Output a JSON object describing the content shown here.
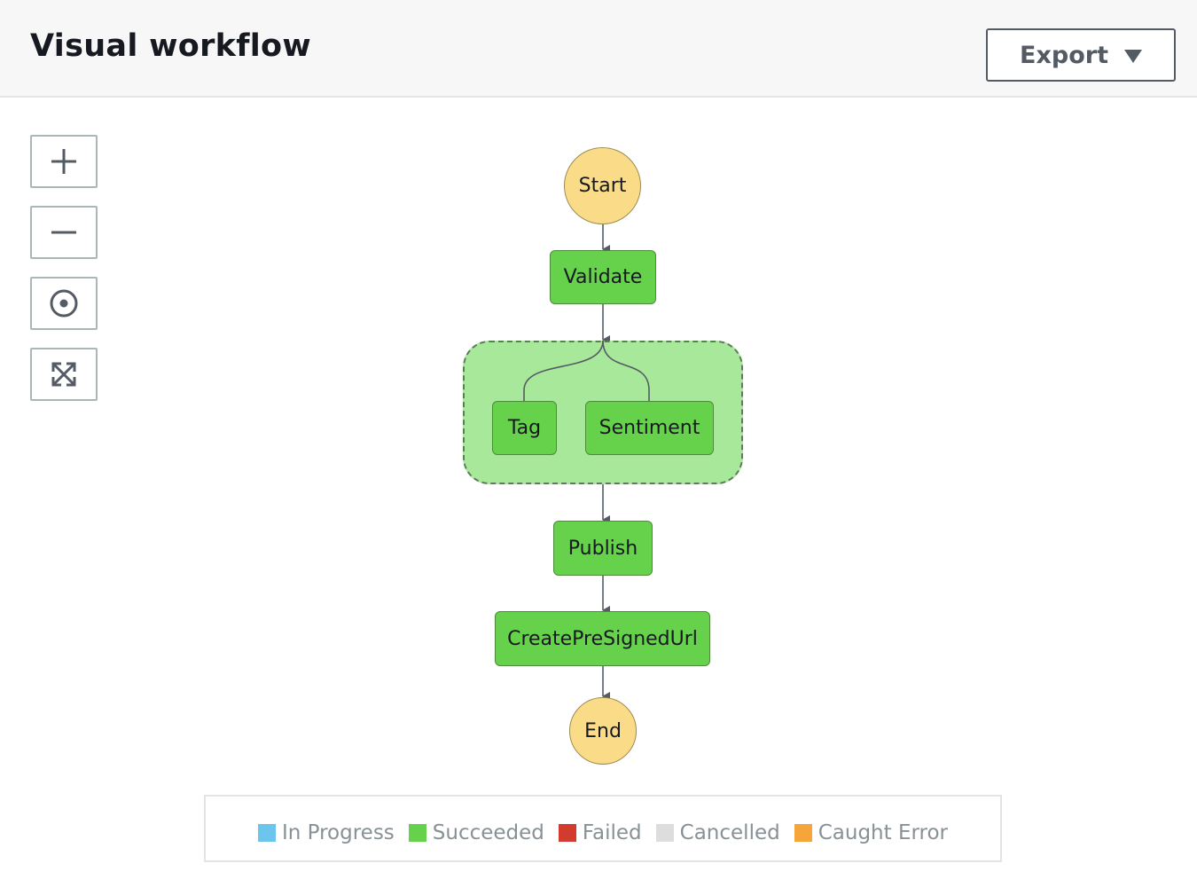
{
  "header": {
    "title": "Visual workflow",
    "export_label": "Export"
  },
  "zoom_controls": [
    {
      "name": "zoom-in",
      "icon": "plus-icon"
    },
    {
      "name": "zoom-out",
      "icon": "minus-icon"
    },
    {
      "name": "center",
      "icon": "target-icon"
    },
    {
      "name": "fit",
      "icon": "expand-icon"
    }
  ],
  "workflow": {
    "start_label": "Start",
    "end_label": "End",
    "states": {
      "validate": "Validate",
      "tag": "Tag",
      "sentiment": "Sentiment",
      "publish": "Publish",
      "create_presigned_url": "CreatePreSignedUrl"
    },
    "colors": {
      "succeeded": "#66d14a",
      "terminal": "#fadc88",
      "parallel_group": "#a8e89b"
    }
  },
  "legend": [
    {
      "label": "In Progress",
      "color": "#6cc5ec"
    },
    {
      "label": "Succeeded",
      "color": "#66d14a"
    },
    {
      "label": "Failed",
      "color": "#d13c2e"
    },
    {
      "label": "Cancelled",
      "color": "#dddddd"
    },
    {
      "label": "Caught Error",
      "color": "#f5a53a"
    }
  ]
}
